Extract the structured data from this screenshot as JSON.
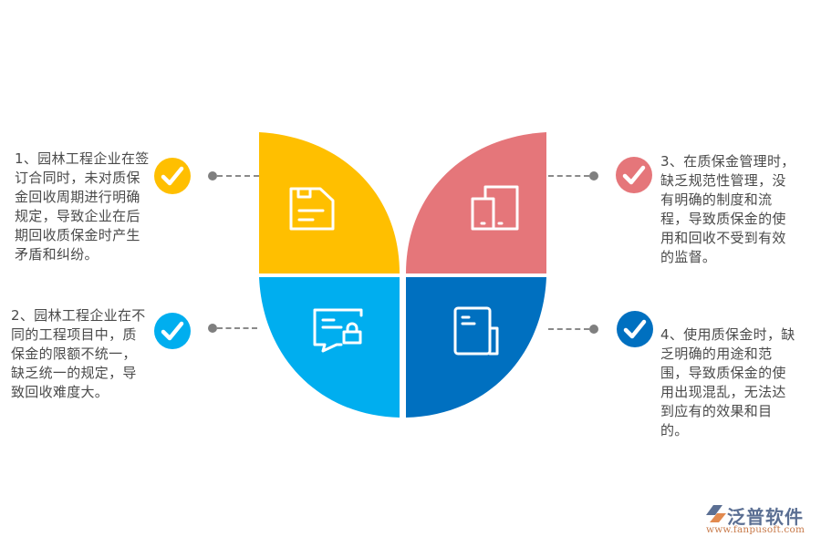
{
  "colors": {
    "yellow": "#FFBF00",
    "pink": "#E5767A",
    "light_blue": "#00AEEF",
    "dark_blue": "#0070C0",
    "text": "#4a4a4a",
    "connector": "#7f7f7f"
  },
  "items": [
    {
      "number": "1",
      "text": "1、园林工程企业在签订合同时，未对质保金回收周期进行明确规定，导致企业在后期回收质保金时产生矛盾和纠纷。",
      "color": "#FFBF00",
      "icon": "floppy-disk-icon",
      "check_icon": "check-circle-icon"
    },
    {
      "number": "2",
      "text": "2、园林工程企业在不同的工程项目中，质保金的限额不统一，缺乏统一的规定，导致回收难度大。",
      "color": "#00AEEF",
      "icon": "chat-lock-icon",
      "check_icon": "check-circle-icon"
    },
    {
      "number": "3",
      "text": "3、在质保金管理时，缺乏规范性管理，没有明确的制度和流程，导致质保金的使用和回收不受到有效的监督。",
      "color": "#E5767A",
      "icon": "devices-icon",
      "check_icon": "check-circle-icon"
    },
    {
      "number": "4",
      "text": "4、使用质保金时，缺乏明确的用途和范围，导致质保金的使用出现混乱，无法达到应有的效果和目的。",
      "color": "#0070C0",
      "icon": "document-icon",
      "check_icon": "check-circle-icon"
    }
  ],
  "logo": {
    "brand": "泛普软件",
    "url": "www.fanpusoft.com"
  }
}
